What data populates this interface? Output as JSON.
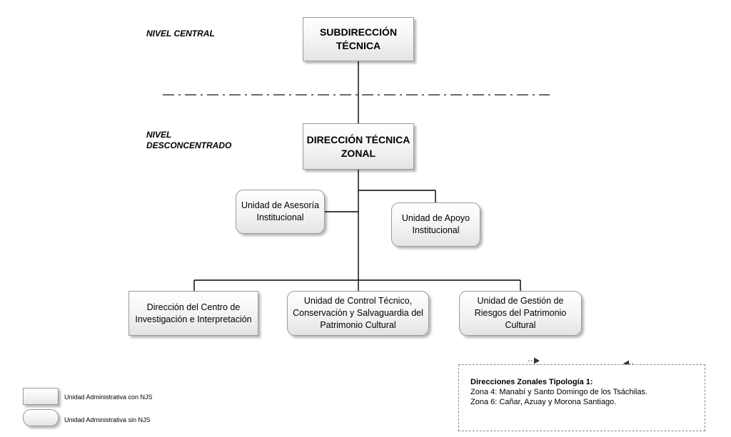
{
  "levels": {
    "central": "NIVEL CENTRAL",
    "desconcentrado": "NIVEL\nDESCONCENTRADO"
  },
  "boxes": {
    "subdireccion": "SUBDIRECCIÓN\nTÉCNICA",
    "direccion_zonal": "DIRECCIÓN TÉCNICA\nZONAL",
    "asesoria": "Unidad de Asesoría\nInstitucional",
    "apoyo": "Unidad de Apoyo\nInstitucional",
    "centro_investigacion": "Dirección del Centro de\nInvestigación e Interpretación",
    "control_tecnico": "Unidad de Control Técnico,\nConservación y Salvaguardia del\nPatrimonio Cultural",
    "gestion_riesgos": "Unidad de Gestión de\nRiesgos del Patrimonio\nCultural"
  },
  "legend": {
    "con_njs": "Unidad Administrativa con NJS",
    "sin_njs": "Unidad Administrativa sin NJS"
  },
  "note": {
    "title": "Direcciones Zonales Tipología 1:",
    "line1": "Zona 4:  Manabí y Santo Domingo de los Tsáchilas.",
    "line2": "Zona 6: Cañar, Azuay y Morona Santiago."
  }
}
